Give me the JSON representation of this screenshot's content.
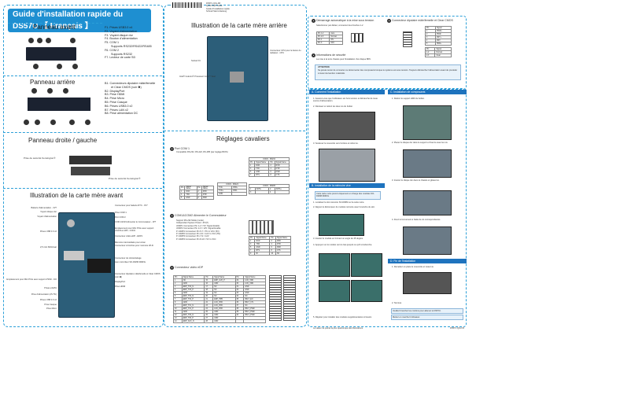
{
  "header": {
    "title": "Guide d'installation rapide du DS57U",
    "lang_badge": "【 Français 】",
    "code_lines": [
      "DS57U-QIG-FR",
      "Quick Start Guide",
      "Guide d'installation rapide",
      "Schnell Start Anleitung"
    ]
  },
  "front": {
    "heading": "Panneau avant",
    "items": [
      "F1. Prises USB3.0 x4",
      "F2. Voyant d'alimentation",
      "F3. Voyant disque dur",
      "F4. Bouton d'alimentation",
      "F5. COM 1",
      "Supports RS232/RS422/RS485",
      "F6. COM 2",
      "Supports RS232",
      "F7. Lecteur de carte SD"
    ]
  },
  "rear": {
    "heading": "Panneau arrière",
    "items": [
      "B1. Connecteurs dipolaire mâle/femelle",
      "et Clear CMOS (voir ❶)",
      "B2. DisplayPort",
      "B3. Prise HDMI",
      "B4. Prise Micro",
      "B5. Prise Casque",
      "B6. Prises USB3.0 x2",
      "B7. Prises LAN x2",
      "B8. Prise alimentation DC"
    ]
  },
  "sides": {
    "heading": "Panneau droite / gauche",
    "label_left": "Prise de sécurité Kensington®",
    "label_right": "Prise de sécurité Kensington®"
  },
  "mb_front": {
    "heading": "Illustration de la carte mère avant",
    "left_labels": [
      "Batterie d'alimentation - 3V?",
      "Voyant disque dur",
      "Voyant d'alimentation",
      "Prises USB 3.0 x2",
      "2,5 mini SD/Hrwar",
      "Emplacement pour Mini PCIe avec support d'SSD - IC0",
      "Prises eSATA",
      "Prise d'alimentation (3V 5V)",
      "Prises USB 3.0 x2",
      "Prise Casque",
      "Prise Micro"
    ],
    "right_labels": [
      "Connecteur pour batterie RTC - 3V?",
      "Prise COM 1",
      "Port COM 2",
      "COM 1/2/3/4 Alimenter le Commutateur - JP?",
      "Emplacement pour Mini PCIe avec support mSATA et Wifi - CON4",
      "Connecteur vidéo eDP - EDP1",
      "Mémoire intermédiaire pour écran",
      "Connecteur à broches pour mémoire Wi-Fi",
      "Connecteur de rétroéclairage",
      "Lien microrlieur SO-DIMM DDR3L",
      "Connecteur dipolaire mâle/femelle et Clear CMOS (voir ❶)",
      "DisplayPort",
      "Prise HDMI"
    ]
  },
  "mb_rear": {
    "heading": "Illustration de la carte mère arrière",
    "label_left": "Socket FC",
    "label_right": "Connecteur CPU pour la fusion du radiateur - CPU",
    "cpu_label": "Intel® Celeron® Processor Core™ Soul"
  },
  "jumpers": {
    "heading": "Réglages cavaliers",
    "com1": {
      "heading": "Port COM 1",
      "desc": "Compatible RS-232, RS-422, RS-485 (par réglage BIOS)"
    },
    "com_power": {
      "heading": "COM1&COM2 Alimenter le Commutateur",
      "lines": [
        "Support RS-232 Mode (mode)",
        "Indépendant System Power: JP1(?)",
        "JUMP1 Connecteur Pin 1-2 = 5V: Signal Enable",
        "JUMP2 Connecteur Pin 2-3 = 12V: Signal Enable",
        "P JUMP1 Connecteur Pin 5-7 = 5V in VCC (5V)",
        "P JUMP2 Connecteur Pin 4-5 = 12V in VCC (5V)",
        "P JUMP3 Connecteur Pin 7-9 = 12V",
        "P JUMP4 Connecteur Pin 8-10 = 5V in VCC"
      ]
    },
    "edp": {
      "heading": "Connecteur vidéo eDP"
    }
  },
  "right_top": {
    "auto_power": {
      "heading": "Démarrage automatique à la mise sous tension",
      "desc": "Sélectionner par défaut, connectez des broches 1-2"
    },
    "dipole": {
      "heading": "Connecteur dipolaire mâle/femelle et Clear CMOS"
    },
    "security": {
      "heading": "Informations de sécurité",
      "desc": "La mise à la terre chassis peut l'installation d'un disque BPC."
    },
    "attention": {
      "title": "ATTENTION",
      "text": "Ne jamais tenter de connecter ou déconnecter des composants lorsque le système est sous tension. Toujours débrancher l'alimentation avant de procéder à toute intervention matérielle."
    }
  },
  "install": {
    "A": {
      "title": "A. Comment l'installation",
      "steps": [
        "1. Assurez-vous que l'ordinateur est hors tension et débranché de toute source d'alimentation.",
        "2. Dévissez et retirez les deux vis du boîtier.",
        "3. Soulevez le couvercle vers l'arrière et retirez-le."
      ]
    },
    "B": {
      "title": "B. Installation de la mémoire vive",
      "note": "Cette carte mère prend uniquement en charge des modules SO-DIMM DDR3L",
      "steps": [
        "1. Localisez le slot mémoire SO-DIMM sur la carte mère.",
        "2. Alignez le détrompeur du module mémoire avec l'encoche du slot.",
        "3. Insérez le module en formant un angle de 45 degrés.",
        "4. Appuyez sur le module vers le bas jusqu'à ce qu'il s'enclenche.",
        "5. Répétez pour installer des modules supplémentaires si besoin."
      ]
    },
    "C": {
      "title": "C. Installation de composants",
      "steps": [
        "1. Retirez le support HDD du boîtier.",
        "2. Placez le disque dur dans le support et fixez-le avec les vis.",
        "3. Insérez le disque dur dans le chassis et glissez-le.",
        "4. Fixez le fermement à l'aide de vis correspondantes."
      ]
    },
    "D": {
      "title": "D. Fin de l'installation",
      "steps": [
        "1. Remettez en place le couvercle et vissez-le.",
        "2. Terminé."
      ],
      "notes": [
        "Veuillez brancher les cordons pour allumer le DS57U.",
        "Mettez en marche l'ordinateur."
      ]
    }
  },
  "footer": {
    "left": "La valeur de pointe la plus quelconque des illustrations.",
    "right": "DS57U QIG FR"
  }
}
